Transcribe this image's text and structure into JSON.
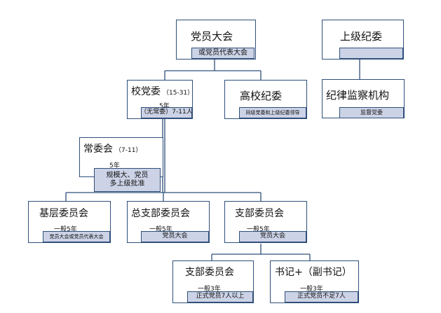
{
  "nodes": {
    "party_congress": {
      "title": "党员大会",
      "tag": "或党员代表大会"
    },
    "superior_discipline": {
      "title": "上级纪委",
      "tag": ""
    },
    "school_committee": {
      "title": "校党委",
      "title_note": "（15-31）",
      "term": "5年",
      "tag": "（无常委）7-11人"
    },
    "university_discipline": {
      "title": "高校纪委",
      "tag": "同级党委和上级纪委领导"
    },
    "discipline_agency": {
      "title": "纪律监察机构",
      "tag": "监督党委"
    },
    "standing_committee": {
      "title": "常委会",
      "title_note": "（7-11）",
      "term": "5年",
      "tag": "规模大、党员多上级批准"
    },
    "grassroots_committee": {
      "title": "基层委员会",
      "term": "一般5年",
      "tag": "党员大会或党员代表大会"
    },
    "general_branch_committee": {
      "title": "总支部委员会",
      "term": "一般5年",
      "tag": "党员大会"
    },
    "branch_committee": {
      "title": "支部委员会",
      "term": "一般5年",
      "tag": "党员大会"
    },
    "branch_committee_small": {
      "title": "支部委员会",
      "term": "一般3年",
      "tag": "正式党员7人以上"
    },
    "secretary": {
      "title": "书记+（副书记）",
      "term": "一般3年",
      "tag": "正式党员不足7人"
    }
  },
  "colors": {
    "border": "#2f4f7a",
    "tag_fill": "#ccd3e6",
    "line": "#2f4f7a"
  }
}
